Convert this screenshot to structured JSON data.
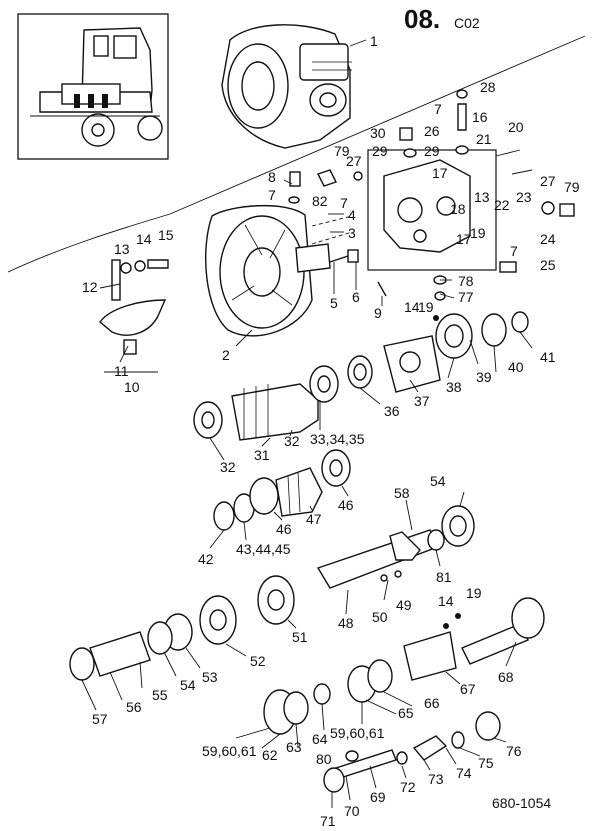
{
  "header": {
    "code_main": "08.",
    "code_suffix": "C02"
  },
  "footer": {
    "doc_number": "680-1054"
  },
  "callouts": [
    {
      "id": "c1",
      "text": "1"
    },
    {
      "id": "c2",
      "text": "2"
    },
    {
      "id": "c3",
      "text": "3"
    },
    {
      "id": "c4",
      "text": "4"
    },
    {
      "id": "c5",
      "text": "5"
    },
    {
      "id": "c6",
      "text": "6"
    },
    {
      "id": "c7a",
      "text": "7"
    },
    {
      "id": "c7b",
      "text": "7"
    },
    {
      "id": "c7c",
      "text": "7"
    },
    {
      "id": "c7d",
      "text": "7"
    },
    {
      "id": "c8",
      "text": "8"
    },
    {
      "id": "c9",
      "text": "9"
    },
    {
      "id": "c10",
      "text": "10"
    },
    {
      "id": "c11",
      "text": "11"
    },
    {
      "id": "c12",
      "text": "12"
    },
    {
      "id": "c13a",
      "text": "13"
    },
    {
      "id": "c13b",
      "text": "13"
    },
    {
      "id": "c14a",
      "text": "14"
    },
    {
      "id": "c14b",
      "text": "14"
    },
    {
      "id": "c14c",
      "text": "14"
    },
    {
      "id": "c15",
      "text": "15"
    },
    {
      "id": "c16",
      "text": "16"
    },
    {
      "id": "c17a",
      "text": "17"
    },
    {
      "id": "c17b",
      "text": "17"
    },
    {
      "id": "c18",
      "text": "18"
    },
    {
      "id": "c19a",
      "text": "19"
    },
    {
      "id": "c19b",
      "text": "19"
    },
    {
      "id": "c19c",
      "text": "19"
    },
    {
      "id": "c20",
      "text": "20"
    },
    {
      "id": "c21",
      "text": "21"
    },
    {
      "id": "c22",
      "text": "22"
    },
    {
      "id": "c23",
      "text": "23"
    },
    {
      "id": "c24",
      "text": "24"
    },
    {
      "id": "c25",
      "text": "25"
    },
    {
      "id": "c26",
      "text": "26"
    },
    {
      "id": "c27a",
      "text": "27"
    },
    {
      "id": "c27b",
      "text": "27"
    },
    {
      "id": "c28",
      "text": "28"
    },
    {
      "id": "c29a",
      "text": "29"
    },
    {
      "id": "c29b",
      "text": "29"
    },
    {
      "id": "c30",
      "text": "30"
    },
    {
      "id": "c31",
      "text": "31"
    },
    {
      "id": "c32a",
      "text": "32"
    },
    {
      "id": "c32b",
      "text": "32"
    },
    {
      "id": "c333435",
      "text": "33,34,35"
    },
    {
      "id": "c36",
      "text": "36"
    },
    {
      "id": "c37",
      "text": "37"
    },
    {
      "id": "c38",
      "text": "38"
    },
    {
      "id": "c39",
      "text": "39"
    },
    {
      "id": "c40",
      "text": "40"
    },
    {
      "id": "c41",
      "text": "41"
    },
    {
      "id": "c42",
      "text": "42"
    },
    {
      "id": "c434445",
      "text": "43,44,45"
    },
    {
      "id": "c46a",
      "text": "46"
    },
    {
      "id": "c46b",
      "text": "46"
    },
    {
      "id": "c47",
      "text": "47"
    },
    {
      "id": "c48",
      "text": "48"
    },
    {
      "id": "c49",
      "text": "49"
    },
    {
      "id": "c50",
      "text": "50"
    },
    {
      "id": "c51",
      "text": "51"
    },
    {
      "id": "c52",
      "text": "52"
    },
    {
      "id": "c53",
      "text": "53"
    },
    {
      "id": "c54a",
      "text": "54"
    },
    {
      "id": "c54b",
      "text": "54"
    },
    {
      "id": "c55",
      "text": "55"
    },
    {
      "id": "c56",
      "text": "56"
    },
    {
      "id": "c57",
      "text": "57"
    },
    {
      "id": "c58",
      "text": "58"
    },
    {
      "id": "c596061a",
      "text": "59,60,61"
    },
    {
      "id": "c596061b",
      "text": "59,60,61"
    },
    {
      "id": "c62",
      "text": "62"
    },
    {
      "id": "c63",
      "text": "63"
    },
    {
      "id": "c64",
      "text": "64"
    },
    {
      "id": "c65",
      "text": "65"
    },
    {
      "id": "c66",
      "text": "66"
    },
    {
      "id": "c67",
      "text": "67"
    },
    {
      "id": "c68",
      "text": "68"
    },
    {
      "id": "c69",
      "text": "69"
    },
    {
      "id": "c70",
      "text": "70"
    },
    {
      "id": "c71",
      "text": "71"
    },
    {
      "id": "c72",
      "text": "72"
    },
    {
      "id": "c73",
      "text": "73"
    },
    {
      "id": "c74",
      "text": "74"
    },
    {
      "id": "c75",
      "text": "75"
    },
    {
      "id": "c76",
      "text": "76"
    },
    {
      "id": "c77",
      "text": "77"
    },
    {
      "id": "c78",
      "text": "78"
    },
    {
      "id": "c79a",
      "text": "79"
    },
    {
      "id": "c79b",
      "text": "79"
    },
    {
      "id": "c80",
      "text": "80"
    },
    {
      "id": "c81",
      "text": "81"
    },
    {
      "id": "c82",
      "text": "82"
    }
  ]
}
